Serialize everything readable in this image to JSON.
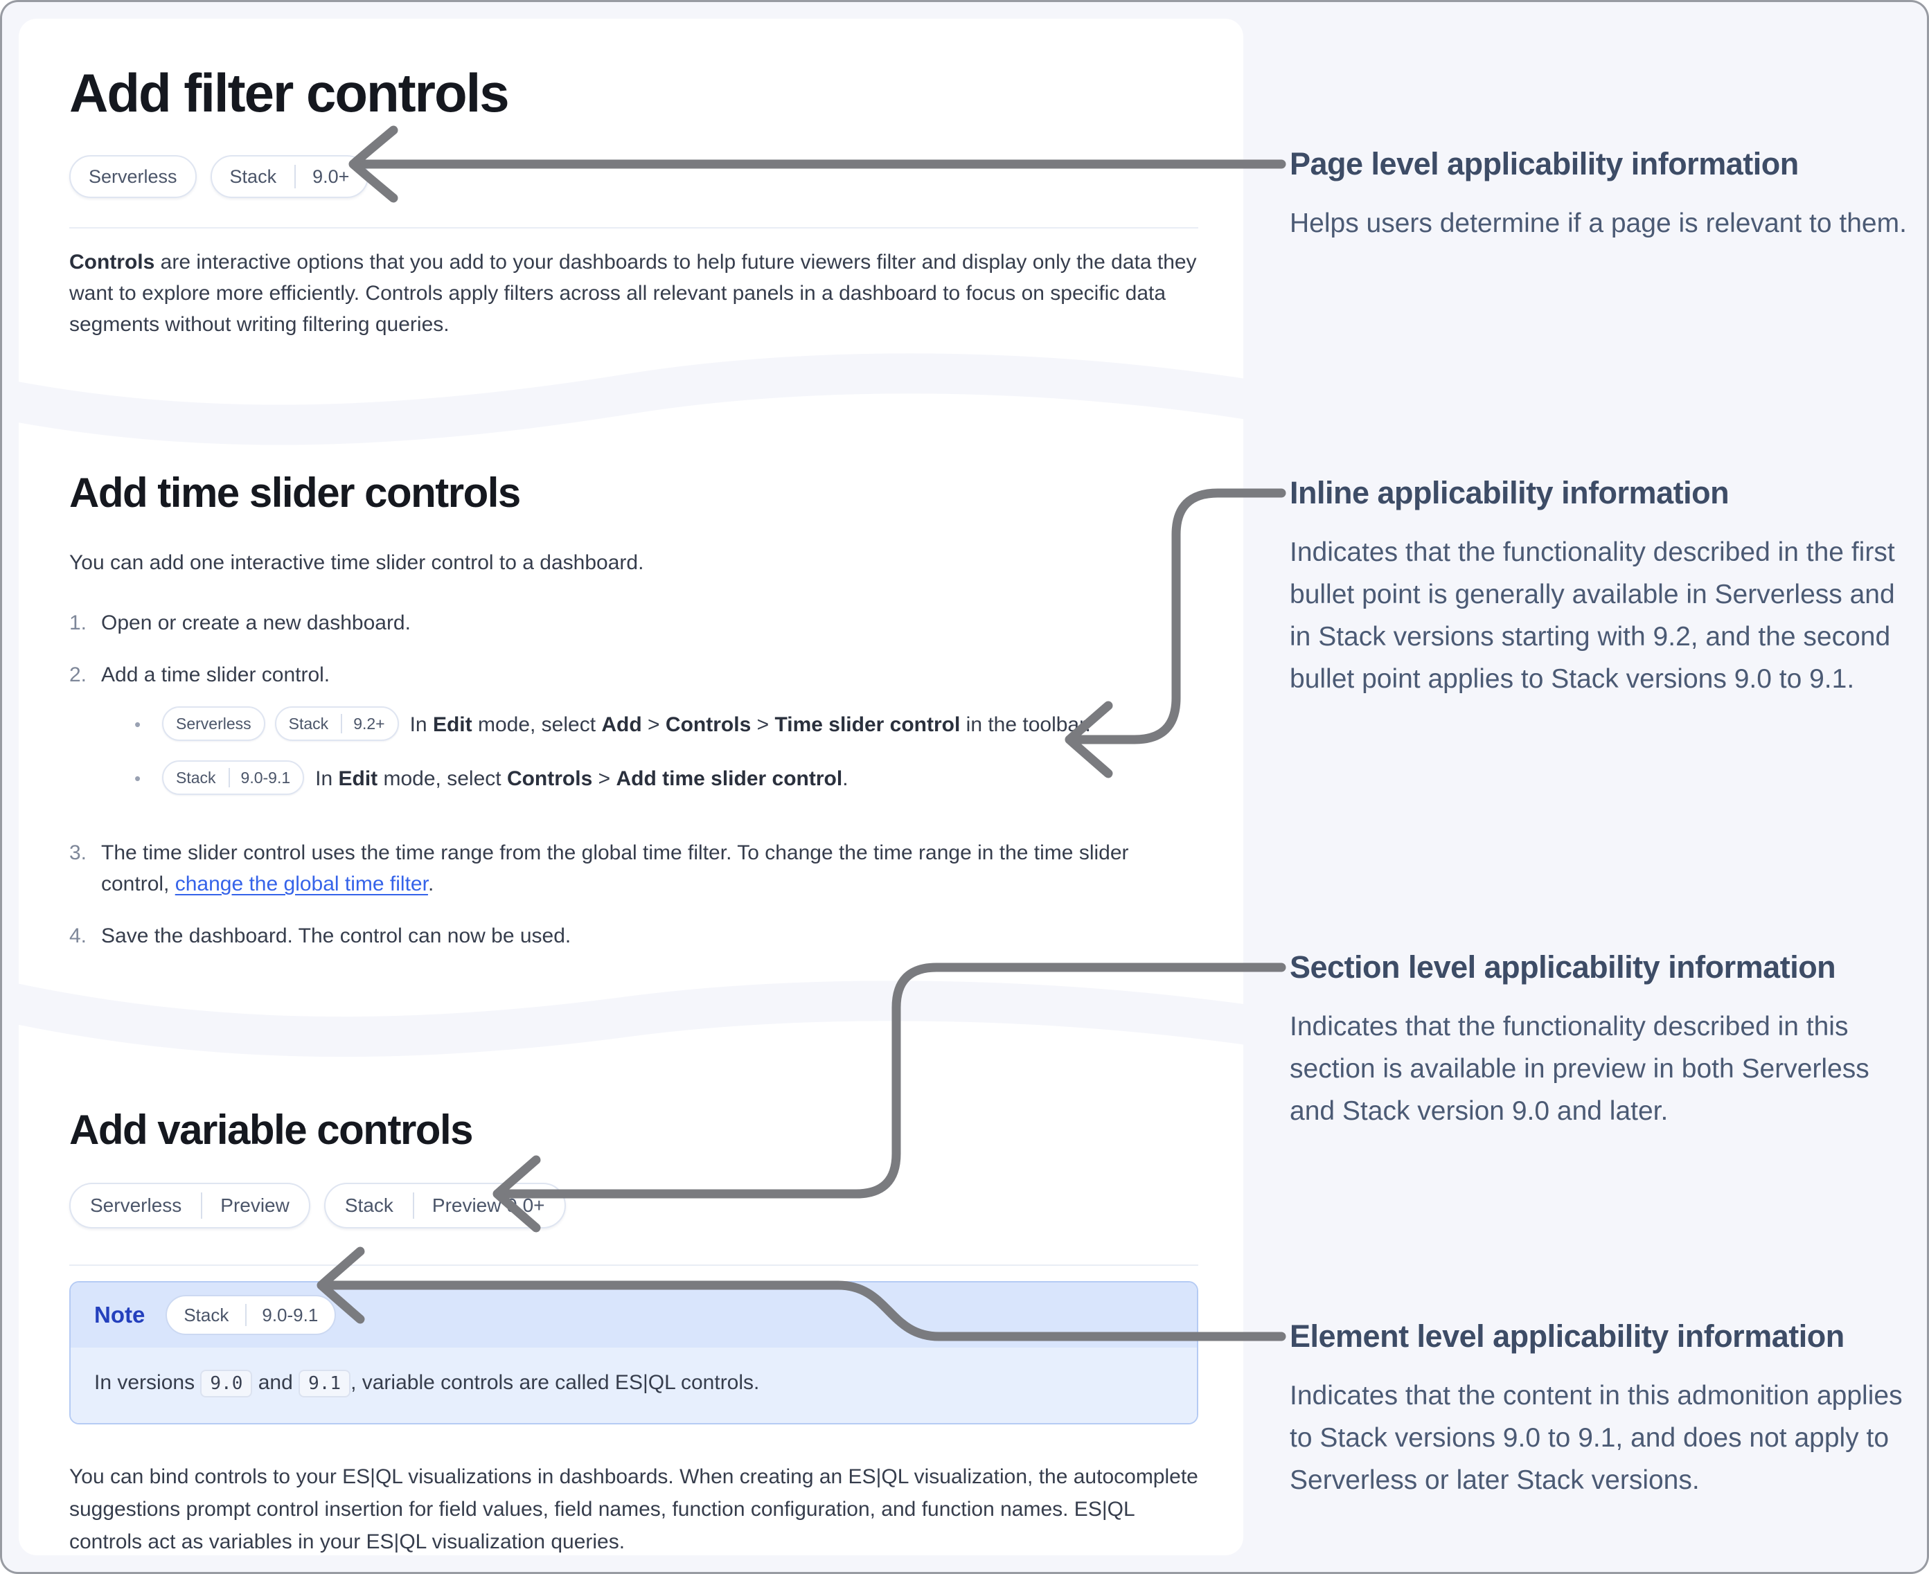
{
  "page": {
    "bg": "#f5f6fb",
    "card_bg": "#ffffff",
    "arrow_color": "#7a7b7f",
    "link_color": "#3563e9",
    "note_label_color": "#2440bd",
    "note_header_bg": "#d9e5fc",
    "note_body_bg": "#e7effd",
    "note_border": "#b5cbf4"
  },
  "sections": {
    "filter": {
      "title": "Add filter controls",
      "badges": [
        {
          "segments": [
            "Serverless"
          ]
        },
        {
          "segments": [
            "Stack",
            "9.0+"
          ]
        }
      ],
      "intro": [
        {
          "t": "Controls",
          "s": "b"
        },
        {
          "t": " are interactive options that you add to your dashboards to help future viewers filter and display only the data they want to explore more efficiently. Controls apply filters across all relevant panels in a dashboard to focus on specific data segments without writing filtering queries."
        }
      ]
    },
    "time_slider": {
      "title": "Add time slider controls",
      "intro": "You can add one interactive time slider control to a dashboard.",
      "steps": [
        {
          "num": "1.",
          "runs": [
            {
              "t": "Open or create a new dashboard."
            }
          ]
        },
        {
          "num": "2.",
          "runs": [
            {
              "t": "Add a time slider control."
            }
          ]
        },
        {
          "num": "3.",
          "runs": [
            {
              "t": "The time slider control uses the time range from the global time filter. To change the time range in the time slider control, "
            },
            {
              "t": "change the global time filter",
              "s": "link"
            },
            {
              "t": "."
            }
          ]
        },
        {
          "num": "4.",
          "runs": [
            {
              "t": "Save the dashboard. The control can now be used."
            }
          ]
        }
      ],
      "bullet_1": {
        "badges": [
          {
            "segments": [
              "Serverless"
            ]
          },
          {
            "segments": [
              "Stack",
              "9.2+"
            ]
          }
        ],
        "runs": [
          {
            "t": "In "
          },
          {
            "t": "Edit",
            "s": "b"
          },
          {
            "t": " mode, select "
          },
          {
            "t": "Add",
            "s": "b"
          },
          {
            "t": " > "
          },
          {
            "t": "Controls",
            "s": "b"
          },
          {
            "t": " > "
          },
          {
            "t": "Time slider control",
            "s": "b"
          },
          {
            "t": " in the toolbar."
          }
        ]
      },
      "bullet_2": {
        "badges": [
          {
            "segments": [
              "Stack",
              "9.0-9.1"
            ]
          }
        ],
        "runs": [
          {
            "t": "In "
          },
          {
            "t": "Edit",
            "s": "b"
          },
          {
            "t": " mode, select "
          },
          {
            "t": "Controls",
            "s": "b"
          },
          {
            "t": " > "
          },
          {
            "t": "Add time slider control",
            "s": "b"
          },
          {
            "t": "."
          }
        ]
      },
      "bullet_marker": "•"
    },
    "variable": {
      "title": "Add variable controls",
      "badges": [
        {
          "segments": [
            "Serverless",
            "Preview"
          ]
        },
        {
          "segments": [
            "Stack",
            "Preview 9.0+"
          ]
        }
      ],
      "note": {
        "label": "Note",
        "badges": [
          {
            "segments": [
              "Stack",
              "9.0-9.1"
            ]
          }
        ],
        "runs": [
          {
            "t": "In versions "
          },
          {
            "t": "9.0",
            "s": "code"
          },
          {
            "t": " and "
          },
          {
            "t": "9.1",
            "s": "code"
          },
          {
            "t": ", variable controls are called ES|QL controls."
          }
        ]
      },
      "body": "You can bind controls to your ES|QL visualizations in dashboards. When creating an ES|QL visualization, the autocomplete suggestions prompt control insertion for field values, field names, function configuration, and function names. ES|QL controls act as variables in your ES|QL visualization queries."
    }
  },
  "annotations": [
    {
      "title": "Page level applicability information",
      "body": "Helps users determine if a page is relevant to them."
    },
    {
      "title": "Inline applicability information",
      "body": "Indicates that the functionality described in the first bullet point is generally available in Serverless and in Stack versions starting with 9.2, and the second bullet point applies to Stack versions 9.0 to 9.1."
    },
    {
      "title": "Section level applicability information",
      "body": "Indicates that the functionality described in this section is available in preview in both Serverless and Stack version 9.0 and later."
    },
    {
      "title": "Element level applicability information",
      "body": "Indicates that the content in this admonition applies to Stack versions 9.0 to 9.1, and does not apply to Serverless or later Stack versions."
    }
  ]
}
